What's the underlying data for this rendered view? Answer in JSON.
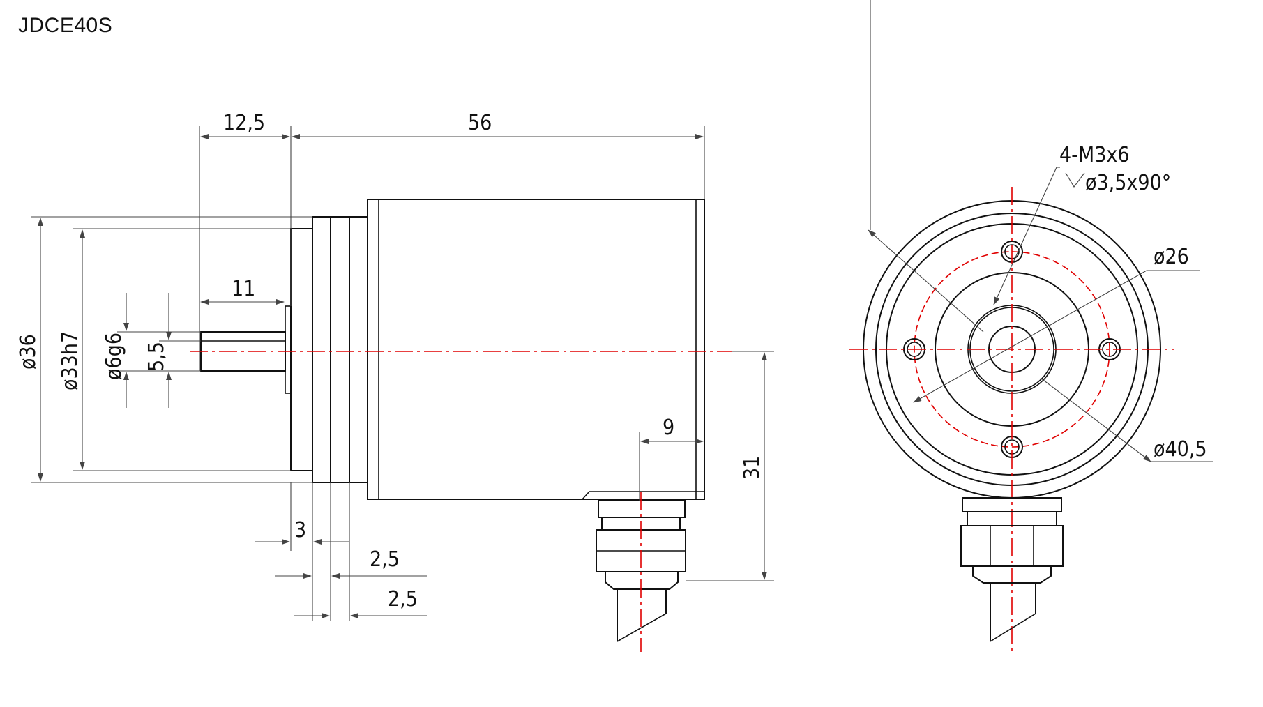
{
  "title": "JDCE40S",
  "side_view": {
    "dims": {
      "d12_5": "12,5",
      "d56": "56",
      "d11": "11",
      "d36": "ø36",
      "d33h7": "ø33h7",
      "d6g6": "ø6g6",
      "d5_5": "5,5",
      "d9": "9",
      "d31": "31",
      "d3": "3",
      "d2_5a": "2,5",
      "d2_5b": "2,5"
    }
  },
  "front_view": {
    "dims": {
      "holes": "4-M3x6",
      "countersink": "ø3,5x90°",
      "d26": "ø26",
      "d40_5": "ø40,5"
    }
  }
}
